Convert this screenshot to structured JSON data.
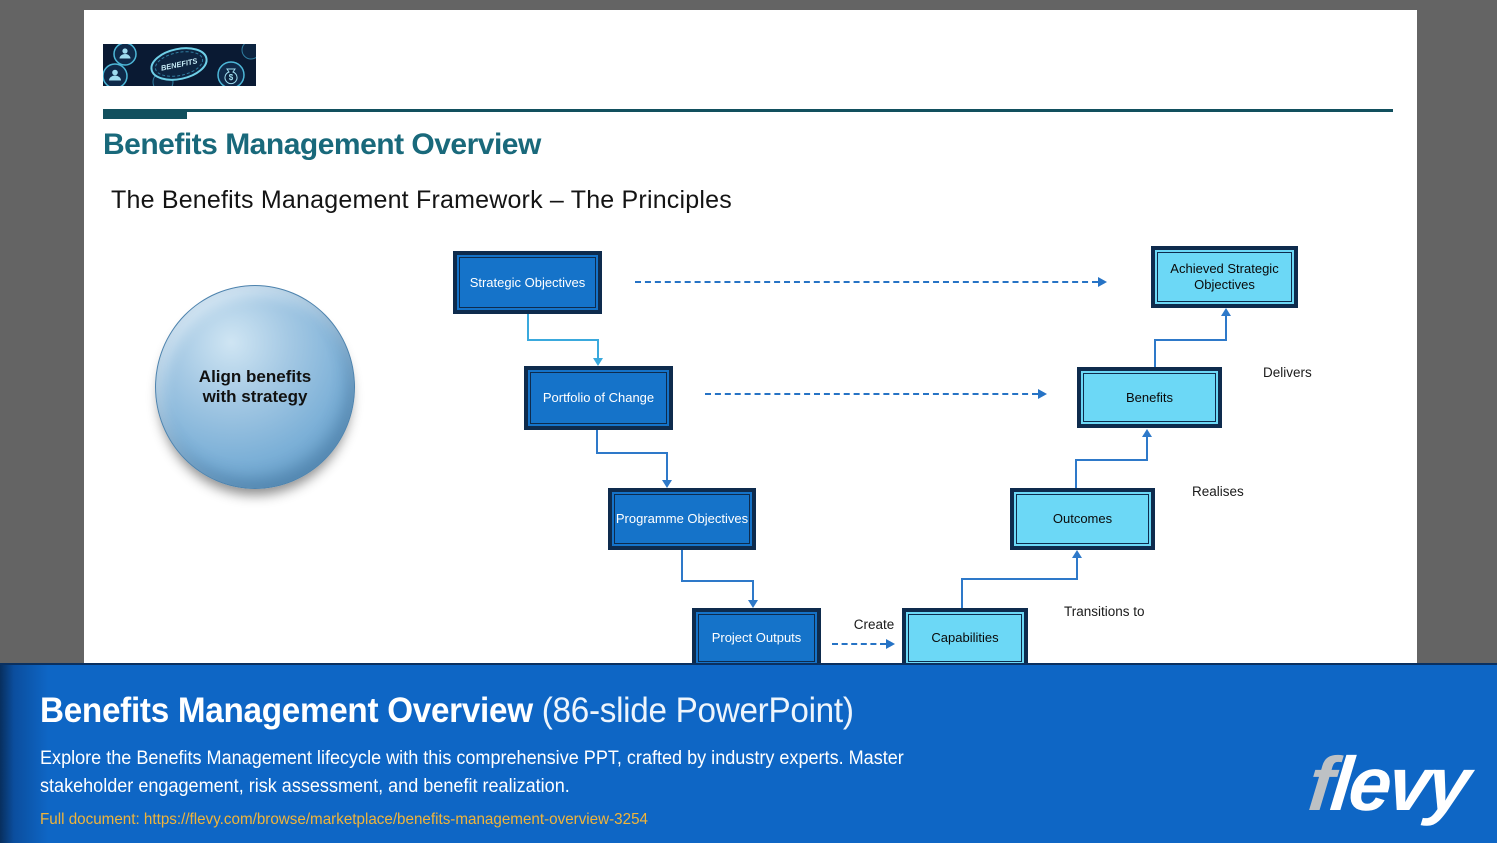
{
  "slide": {
    "header": {
      "thumbnail": {
        "label": "BENEFITS",
        "dollar": "$"
      },
      "title": "Benefits Management Overview",
      "subtitle": "The Benefits Management Framework – The Principles"
    },
    "sphere": {
      "line1": "Align benefits",
      "line2": "with strategy"
    },
    "diagram": {
      "boxes": {
        "strategic_objectives": "Strategic Objectives",
        "portfolio_of_change": "Portfolio of Change",
        "programme_objectives": "Programme Objectives",
        "project_outputs": "Project Outputs",
        "capabilities": "Capabilities",
        "achieved_strategic_objectives": "Achieved Strategic Objectives",
        "benefits": "Benefits",
        "outcomes": "Outcomes"
      },
      "labels": {
        "delivers": "Delivers",
        "realises": "Realises",
        "transitions_to": "Transitions to",
        "create": "Create"
      }
    }
  },
  "banner": {
    "title_bold": "Benefits Management Overview",
    "title_suffix": " (86-slide PowerPoint)",
    "description_lines": [
      "Explore the Benefits Management lifecycle with this comprehensive PPT, crafted by industry experts. Master",
      "stakeholder engagement, risk assessment, and benefit realization."
    ],
    "link": "Full document: https://flevy.com/browse/marketplace/benefits-management-overview-3254",
    "logo": {
      "f": "f",
      "levy": "levy"
    }
  },
  "colors": {
    "page_background": "#646464",
    "accent_teal": "#19697b",
    "divider_teal": "#12505e",
    "box_blue": "#1573c9",
    "box_cyan": "#6cd8f6",
    "border_navy": "#0e2b4d",
    "connector_blue": "#2e79c9",
    "connector_light": "#3aa9dd",
    "banner_blue": "#0e66c5",
    "link_gold": "#f0b43a"
  }
}
